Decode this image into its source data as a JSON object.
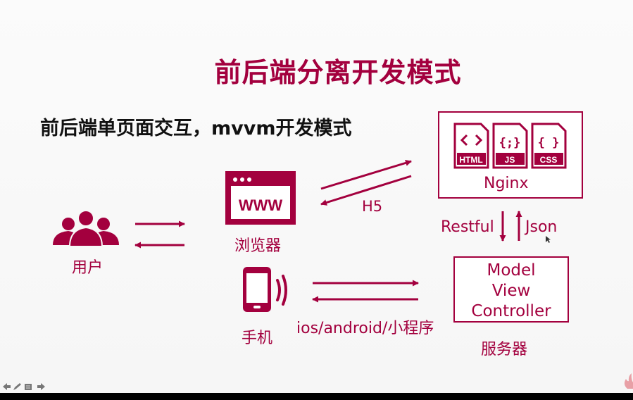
{
  "title": "前后端分离开发模式",
  "subtitle": "前后端单页面交互，mvvm开发模式",
  "nodes": {
    "user": "用户",
    "browser": "浏览器",
    "browser_icon_text": "WWW",
    "mobile": "手机",
    "nginx": "Nginx",
    "server_caption": "服务器",
    "mvc_lines": [
      "Model",
      "View",
      "Controller"
    ]
  },
  "file_icons": {
    "html": "HTML",
    "js": "JS",
    "css": "CSS"
  },
  "edges": {
    "h5": "H5",
    "restful": "Restful",
    "json": "Json",
    "mobile_channel": "ios/android/小程序"
  },
  "colors": {
    "accent": "#a3003e"
  },
  "icons": [
    "users-icon",
    "browser-window-icon",
    "mobile-phone-icon",
    "html-file-icon",
    "js-file-icon",
    "css-file-icon"
  ]
}
